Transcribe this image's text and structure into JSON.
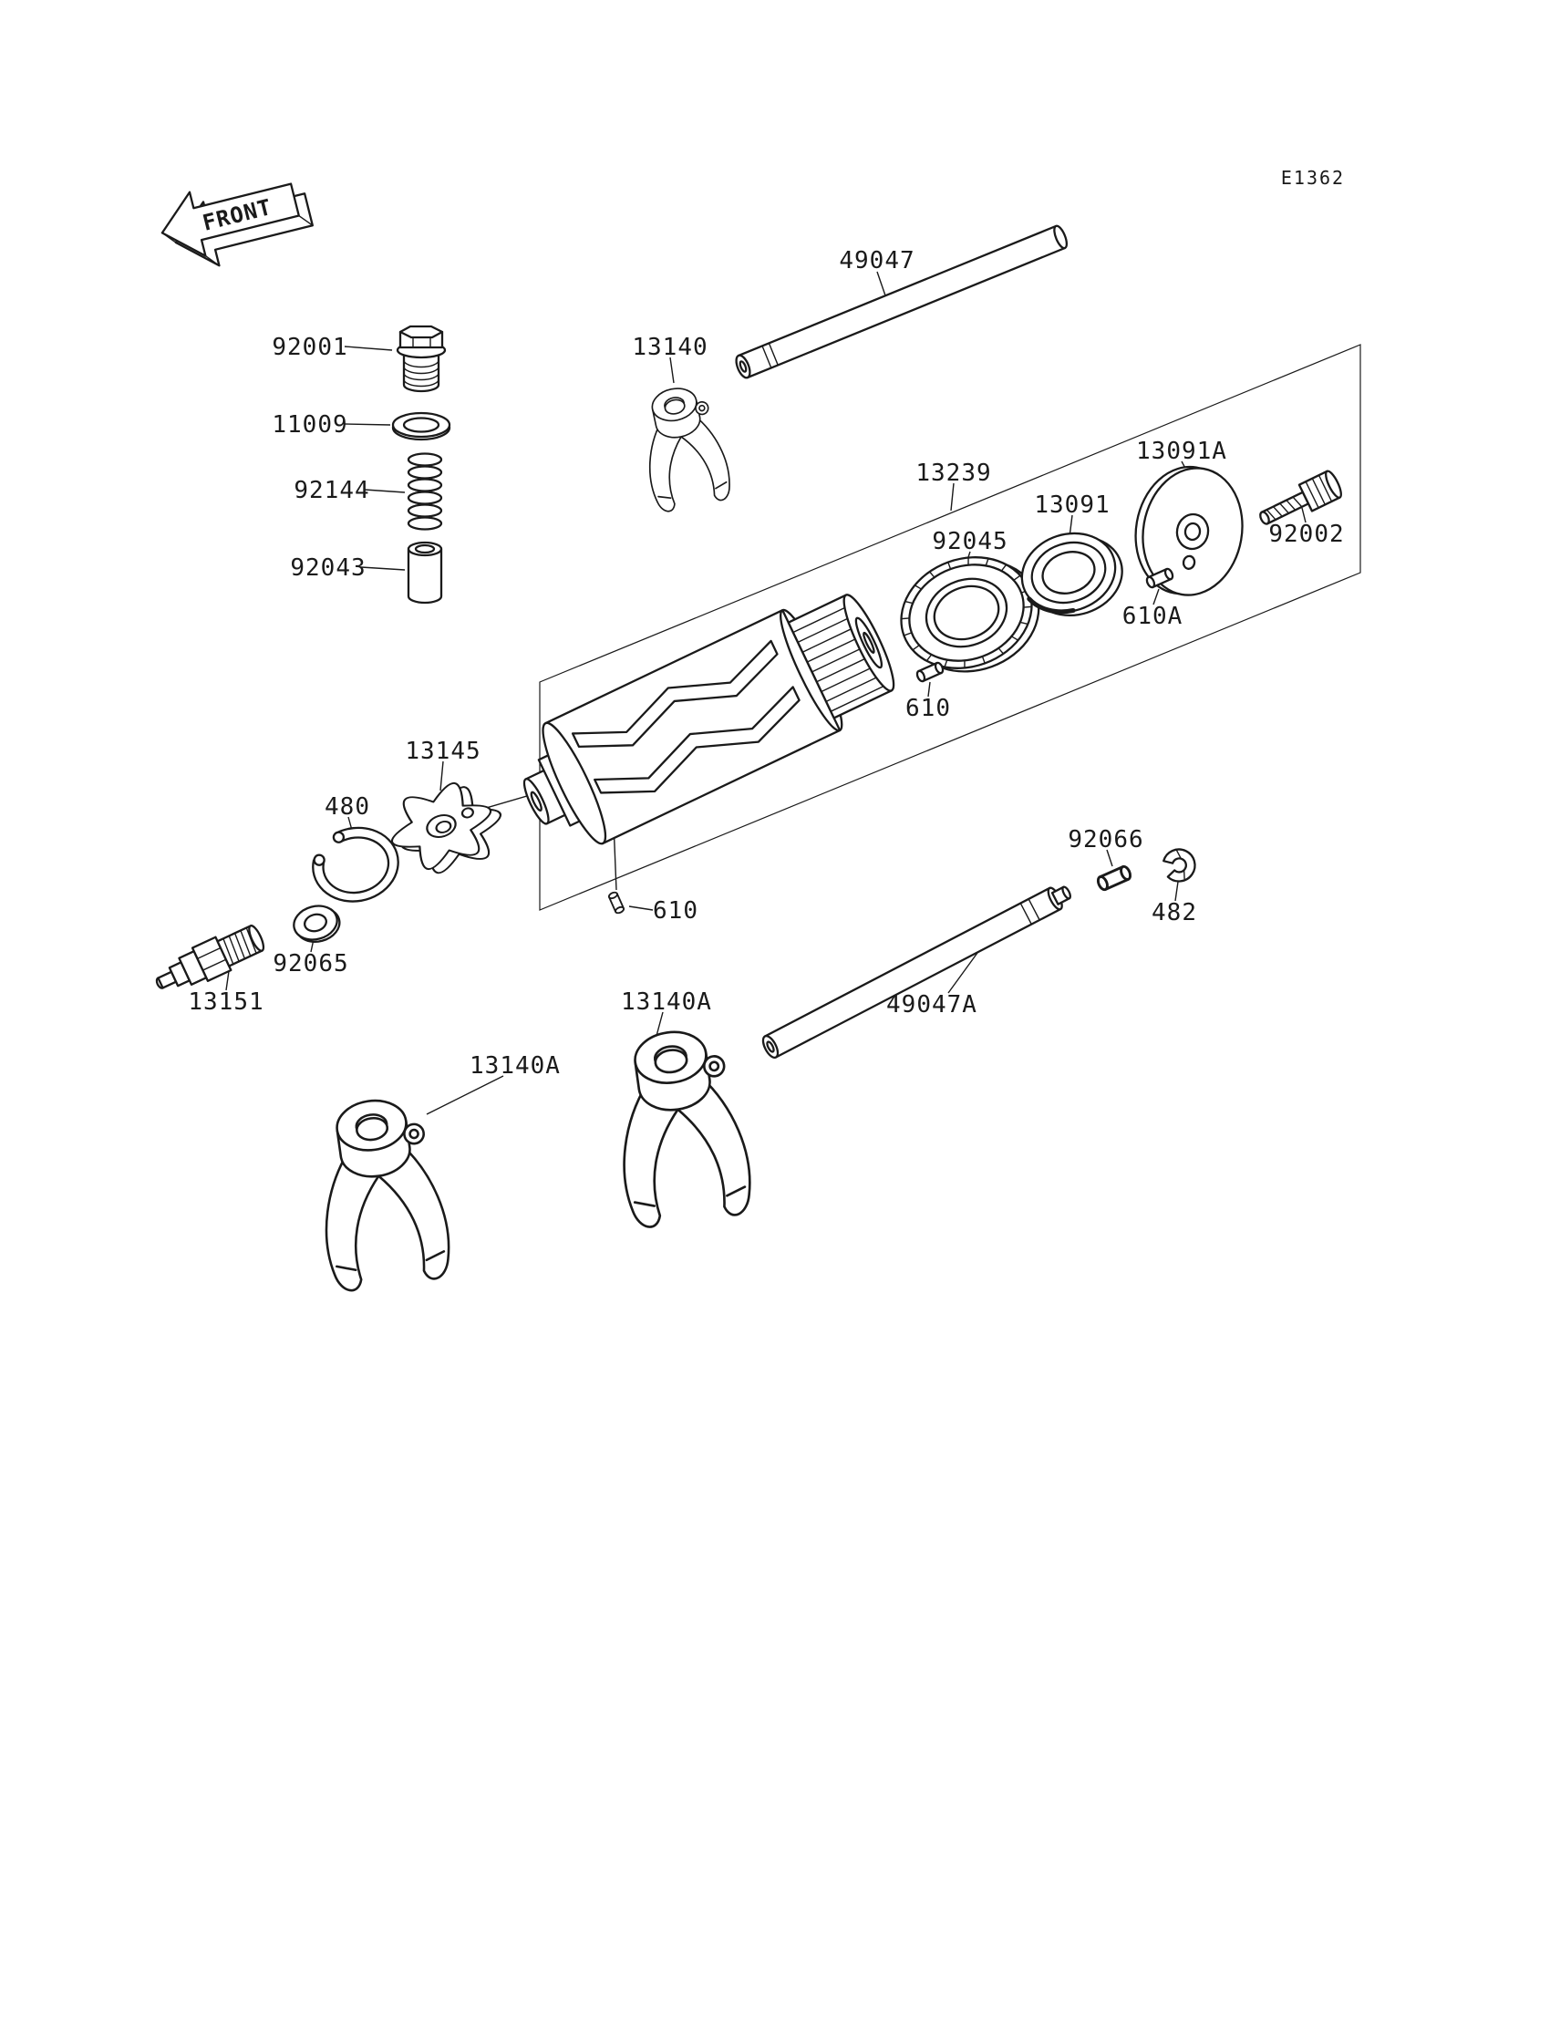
{
  "diagram": {
    "code": "E1362",
    "front": "FRONT"
  },
  "colors": {
    "ink": "#1a1a1a",
    "background": "#ffffff"
  },
  "part_labels": [
    {
      "text": "49047"
    },
    {
      "text": "92001"
    },
    {
      "text": "13140"
    },
    {
      "text": "11009"
    },
    {
      "text": "92144"
    },
    {
      "text": "92043"
    },
    {
      "text": "13239"
    },
    {
      "text": "13091A"
    },
    {
      "text": "13091"
    },
    {
      "text": "92002"
    },
    {
      "text": "92045"
    },
    {
      "text": "610A"
    },
    {
      "text": "610"
    },
    {
      "text": "13145"
    },
    {
      "text": "480"
    },
    {
      "text": "92066"
    },
    {
      "text": "482"
    },
    {
      "text": "610"
    },
    {
      "text": "92065"
    },
    {
      "text": "13151"
    },
    {
      "text": "49047A"
    },
    {
      "text": "13140A"
    },
    {
      "text": "13140A"
    }
  ]
}
